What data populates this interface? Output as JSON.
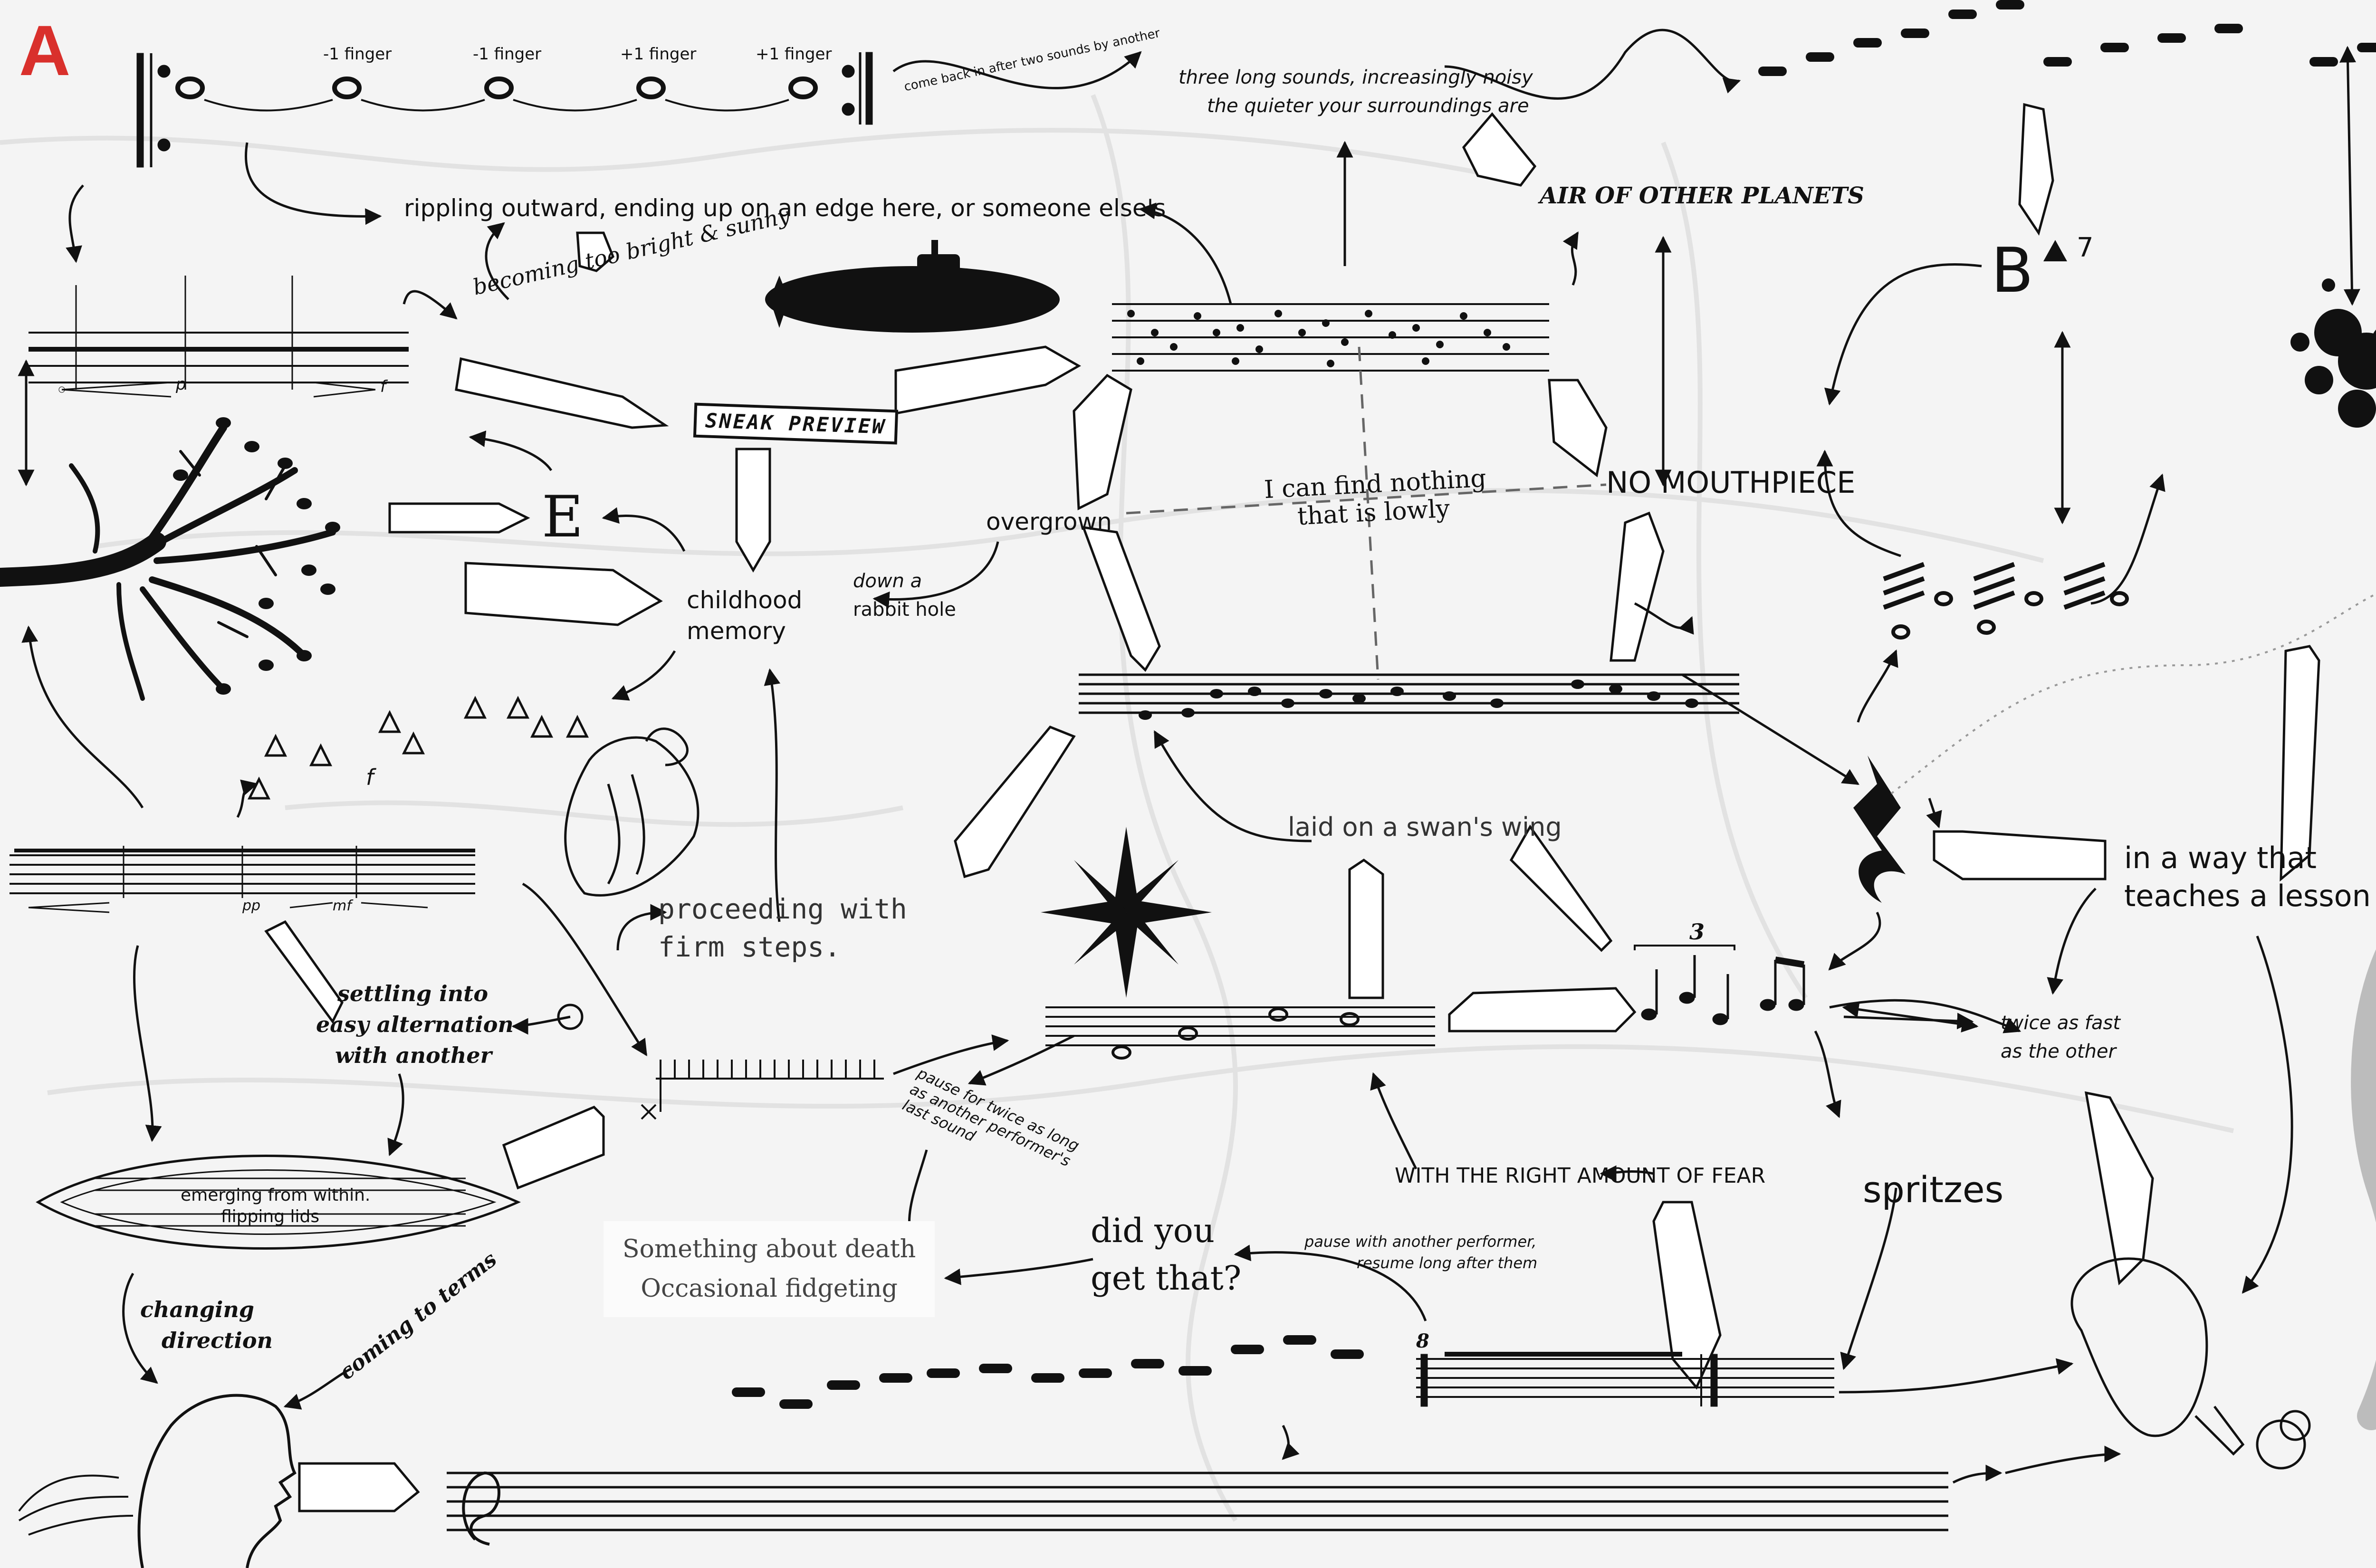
{
  "section_letter": "A",
  "accent_color": "#d9302c",
  "finger_marks": [
    "-1 finger",
    "-1 finger",
    "+1 finger",
    "+1 finger"
  ],
  "labels": {
    "come_back": "come back in after two sounds by another",
    "three_long_sounds": "three long sounds, increasingly noisy",
    "quieter": "the quieter your surroundings are",
    "rippling": "rippling outward, ending up on an edge here, or someone else's",
    "air_of_other_planets": "AIR OF OTHER PLANETS",
    "b_chord_root": "B",
    "b_chord_ext": "7",
    "becoming_bright": "becoming too bright & sunny",
    "sneak_preview": "SNEAK PREVIEW",
    "letter_e": "E",
    "i_can_find": "I can find nothing",
    "that_is_lowly": "that is lowly",
    "no_mouthpiece": "NO MOUTHPIECE",
    "overgrown": "overgrown",
    "down_a": "down a",
    "rabbit_hole": "rabbit hole",
    "childhood": "childhood",
    "memory": "memory",
    "laid_on_swan": "laid on a swan's wing",
    "in_a_way_1": "in a way that",
    "in_a_way_2": "teaches a lesson",
    "proceeding_1": "proceeding with",
    "proceeding_2": "firm steps.",
    "settling_1": "settling into",
    "settling_2": "easy alternation",
    "settling_3": "with another",
    "triplet": "3",
    "twice_1": "twice as fast",
    "twice_2": "as the other",
    "pause_twice": "pause for twice as long as another performer's last sound",
    "right_fear": "WITH THE RIGHT AMOUNT OF FEAR",
    "spritzes": "spritzes",
    "emerging_1": "emerging from within.",
    "emerging_2": "flipping lids",
    "something_death": "Something about death",
    "occasional": "Occasional fidgeting",
    "did_you_1": "did you",
    "did_you_2": "get that?",
    "pause_with_1": "pause with another performer,",
    "pause_with_2": "resume long after them",
    "changing_1": "changing",
    "changing_2": "direction",
    "coming_to_terms": "coming to terms",
    "dyn_p": "p",
    "dyn_f": "f",
    "dyn_pp": "pp",
    "dyn_mf": "mf",
    "octave_mark": "8"
  }
}
